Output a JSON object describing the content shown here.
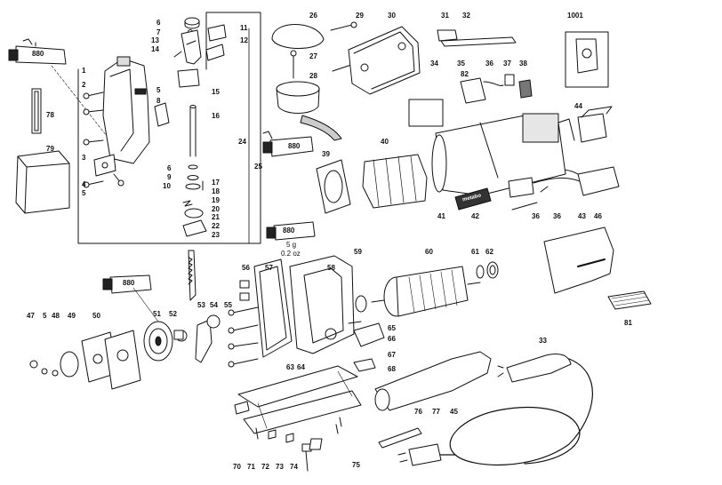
{
  "parts": [
    {
      "id": "p1",
      "label": "1"
    },
    {
      "id": "p2",
      "label": "2"
    },
    {
      "id": "p3",
      "label": "3"
    },
    {
      "id": "p4",
      "label": "4"
    },
    {
      "id": "p5a",
      "label": "5"
    },
    {
      "id": "p5b",
      "label": "5"
    },
    {
      "id": "p5c",
      "label": "5"
    },
    {
      "id": "p6a",
      "label": "6"
    },
    {
      "id": "p6b",
      "label": "6"
    },
    {
      "id": "p7",
      "label": "7"
    },
    {
      "id": "p8",
      "label": "8"
    },
    {
      "id": "p9",
      "label": "9"
    },
    {
      "id": "p10",
      "label": "10"
    },
    {
      "id": "p11",
      "label": "11"
    },
    {
      "id": "p12",
      "label": "12"
    },
    {
      "id": "p13",
      "label": "13"
    },
    {
      "id": "p14",
      "label": "14"
    },
    {
      "id": "p15",
      "label": "15"
    },
    {
      "id": "p16",
      "label": "16"
    },
    {
      "id": "p17",
      "label": "17"
    },
    {
      "id": "p18",
      "label": "18"
    },
    {
      "id": "p19",
      "label": "19"
    },
    {
      "id": "p20",
      "label": "20"
    },
    {
      "id": "p21",
      "label": "21"
    },
    {
      "id": "p22",
      "label": "22"
    },
    {
      "id": "p23",
      "label": "23"
    },
    {
      "id": "p24",
      "label": "24"
    },
    {
      "id": "p25",
      "label": "25"
    },
    {
      "id": "p26",
      "label": "26"
    },
    {
      "id": "p27",
      "label": "27"
    },
    {
      "id": "p28",
      "label": "28"
    },
    {
      "id": "p29",
      "label": "29"
    },
    {
      "id": "p30",
      "label": "30"
    },
    {
      "id": "p31",
      "label": "31"
    },
    {
      "id": "p32",
      "label": "32"
    },
    {
      "id": "p33",
      "label": "33"
    },
    {
      "id": "p34",
      "label": "34"
    },
    {
      "id": "p35",
      "label": "35"
    },
    {
      "id": "p36a",
      "label": "36"
    },
    {
      "id": "p36b",
      "label": "36"
    },
    {
      "id": "p36c",
      "label": "36"
    },
    {
      "id": "p37",
      "label": "37"
    },
    {
      "id": "p38",
      "label": "38"
    },
    {
      "id": "p39",
      "label": "39"
    },
    {
      "id": "p40",
      "label": "40"
    },
    {
      "id": "p41",
      "label": "41"
    },
    {
      "id": "p42",
      "label": "42"
    },
    {
      "id": "p43",
      "label": "43"
    },
    {
      "id": "p44",
      "label": "44"
    },
    {
      "id": "p45",
      "label": "45"
    },
    {
      "id": "p46",
      "label": "46"
    },
    {
      "id": "p47",
      "label": "47"
    },
    {
      "id": "p48",
      "label": "48"
    },
    {
      "id": "p49",
      "label": "49"
    },
    {
      "id": "p50",
      "label": "50"
    },
    {
      "id": "p51",
      "label": "51"
    },
    {
      "id": "p52",
      "label": "52"
    },
    {
      "id": "p53",
      "label": "53"
    },
    {
      "id": "p54",
      "label": "54"
    },
    {
      "id": "p55",
      "label": "55"
    },
    {
      "id": "p56",
      "label": "56"
    },
    {
      "id": "p57",
      "label": "57"
    },
    {
      "id": "p58",
      "label": "58"
    },
    {
      "id": "p59",
      "label": "59"
    },
    {
      "id": "p60",
      "label": "60"
    },
    {
      "id": "p61",
      "label": "61"
    },
    {
      "id": "p62",
      "label": "62"
    },
    {
      "id": "p63",
      "label": "63"
    },
    {
      "id": "p64",
      "label": "64"
    },
    {
      "id": "p65",
      "label": "65"
    },
    {
      "id": "p66",
      "label": "66"
    },
    {
      "id": "p67",
      "label": "67"
    },
    {
      "id": "p68",
      "label": "68"
    },
    {
      "id": "p70",
      "label": "70"
    },
    {
      "id": "p71",
      "label": "71"
    },
    {
      "id": "p72",
      "label": "72"
    },
    {
      "id": "p73",
      "label": "73"
    },
    {
      "id": "p74",
      "label": "74"
    },
    {
      "id": "p75",
      "label": "75"
    },
    {
      "id": "p76",
      "label": "76"
    },
    {
      "id": "p77",
      "label": "77"
    },
    {
      "id": "p78",
      "label": "78"
    },
    {
      "id": "p79",
      "label": "79"
    },
    {
      "id": "p81",
      "label": "81"
    },
    {
      "id": "p82",
      "label": "82"
    },
    {
      "id": "p1001",
      "label": "1001"
    }
  ],
  "grease_tubes": [
    {
      "id": "tube1",
      "label": "880"
    },
    {
      "id": "tube2",
      "label": "880"
    },
    {
      "id": "tube3",
      "label": "880"
    },
    {
      "id": "tube4",
      "label": "880"
    }
  ],
  "grease_note": {
    "line1": "5 g",
    "line2": "0.2 oz"
  },
  "brand_plate": "metabo",
  "colors": {
    "ink": "#111111",
    "fill": "#ffffff",
    "shade": "#cfcfcf",
    "dark": "#6a6a6a"
  }
}
